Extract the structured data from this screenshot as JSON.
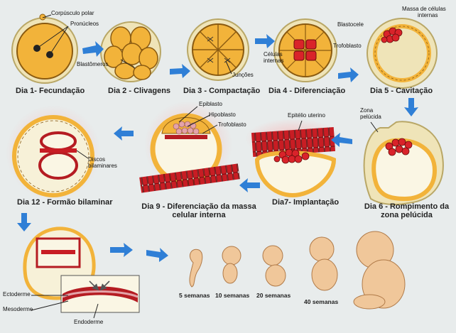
{
  "stages": {
    "d1": "Dia 1- Fecundação",
    "d2": "Dia 2 - Clivagens",
    "d3": "Dia 3 - Compactação",
    "d4": "Dia 4 - Diferenciação",
    "d5": "Dia 5 - Cavitação",
    "d6_line1": "Dia 6 - Rompimento da",
    "d6_line2": "zona pelúcida",
    "d7": "Dia7- Implantação",
    "d9_line1": "Dia 9 - Diferenciação da massa",
    "d9_line2": "celular interna",
    "d12": "Dia 12 - Formão bilaminar"
  },
  "labels": {
    "corpusculo_polar": "Corpúsculo polar",
    "pronucleos": "Pronúcleos",
    "blastomeros": "Blastômeros",
    "juncoes": "Junções",
    "celulas_internas_1": "Células",
    "celulas_internas_2": "internas",
    "blastocele": "Blastocele",
    "massa_1": "Massa de células",
    "massa_2": "internas",
    "trofoblasto": "Trofoblasto",
    "zona_1": "Zona",
    "zona_2": "pelúcida",
    "epitelio": "Epitélio uterino",
    "epiblasto": "Epiblasto",
    "hipoblasto": "Hipoblasto",
    "trofoblasto2": "Trofoblasto",
    "discos_1": "Discos",
    "discos_2": "bilaminares",
    "ectoderme": "Ectoderme",
    "mesoderme": "Mesoderme",
    "endoderme": "Endoderme"
  },
  "weeks": {
    "w5": "5 semanas",
    "w10": "10 semanas",
    "w20": "20 semanas",
    "w40": "40 semanas"
  },
  "colors": {
    "background": "#e8ecec",
    "arrow": "#2f7fd6",
    "cell": "#f2b33a",
    "cell_edge": "#8a5a10",
    "zona": "#efe4b8",
    "inner_mass": "#d9232a",
    "fetus": "#f0c79a"
  }
}
